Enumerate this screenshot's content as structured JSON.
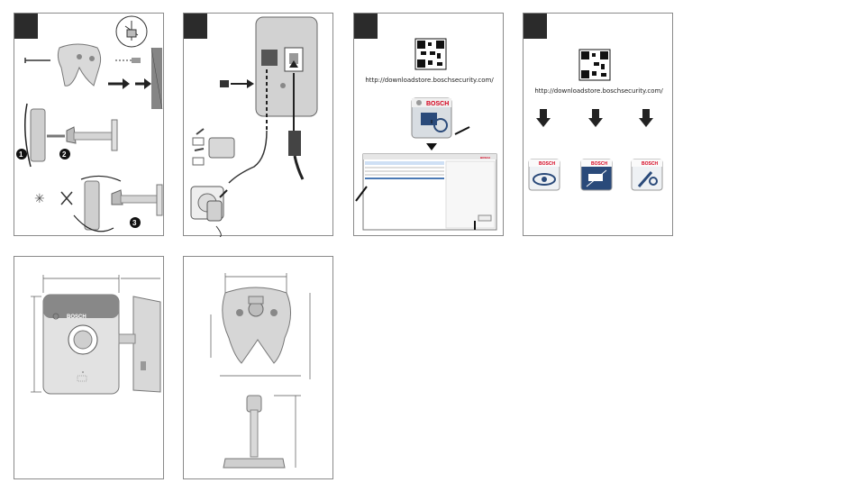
{
  "panels": {
    "p3": {
      "url": "http://downloadstore.boschsecurity.com/"
    },
    "p4": {
      "url": "http://downloadstore.boschsecurity.com/"
    }
  },
  "brand": {
    "name": "BOSCH",
    "color": "#d5001c"
  },
  "app_icons": [
    {
      "name": "eye-app-icon",
      "label": "BOSCH"
    },
    {
      "name": "camera-app-icon",
      "label": "BOSCH"
    },
    {
      "name": "tools-app-icon",
      "label": "BOSCH"
    }
  ],
  "camera_front_label": "BOSCH",
  "icon_names": [
    "qr-code-icon",
    "arrow-down-icon",
    "arrow-right-icon",
    "power-adapter-icon",
    "network-cable-icon",
    "rotate-arrow-icon"
  ]
}
